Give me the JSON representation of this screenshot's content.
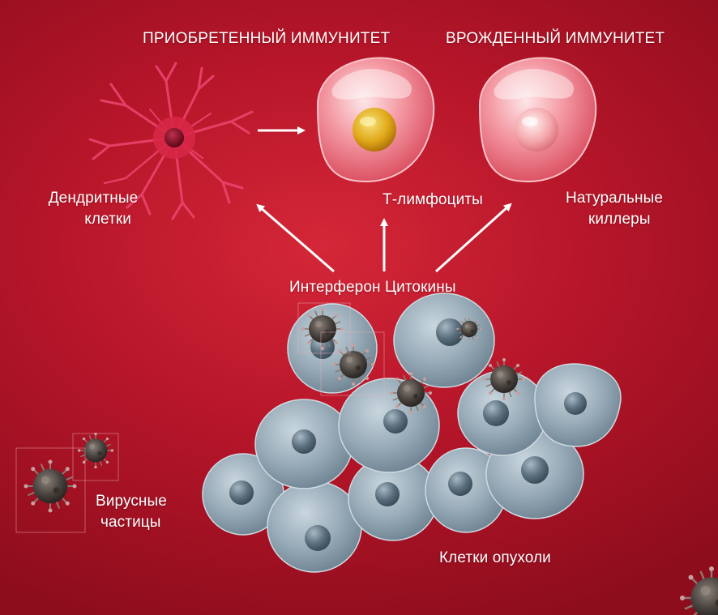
{
  "headers": {
    "acquired": "ПРИОБРЕТЕННЫЙ ИММУНИТЕТ",
    "innate": "ВРОЖДЕННЫЙ ИММУНИТЕТ"
  },
  "labels": {
    "dendritic_1": "Дендритные",
    "dendritic_2": "клетки",
    "t_cells": "Т-лимфоциты",
    "nk_1": "Натуральные",
    "nk_2": "киллеры",
    "interferon": "Интерферон Цитокины",
    "virus_1": "Вирусные",
    "virus_2": "частицы",
    "tumor": "Клетки опухоли"
  },
  "colors": {
    "background": "#c41e30",
    "arrow": "#ffffff",
    "dendritic_cell": "#e03050",
    "t_cell_nucleus": "#e8b020",
    "nk_cell_nucleus": "#f4a6a8",
    "tumor_cell": "#8ea3b0",
    "virus": "#4a4440"
  }
}
